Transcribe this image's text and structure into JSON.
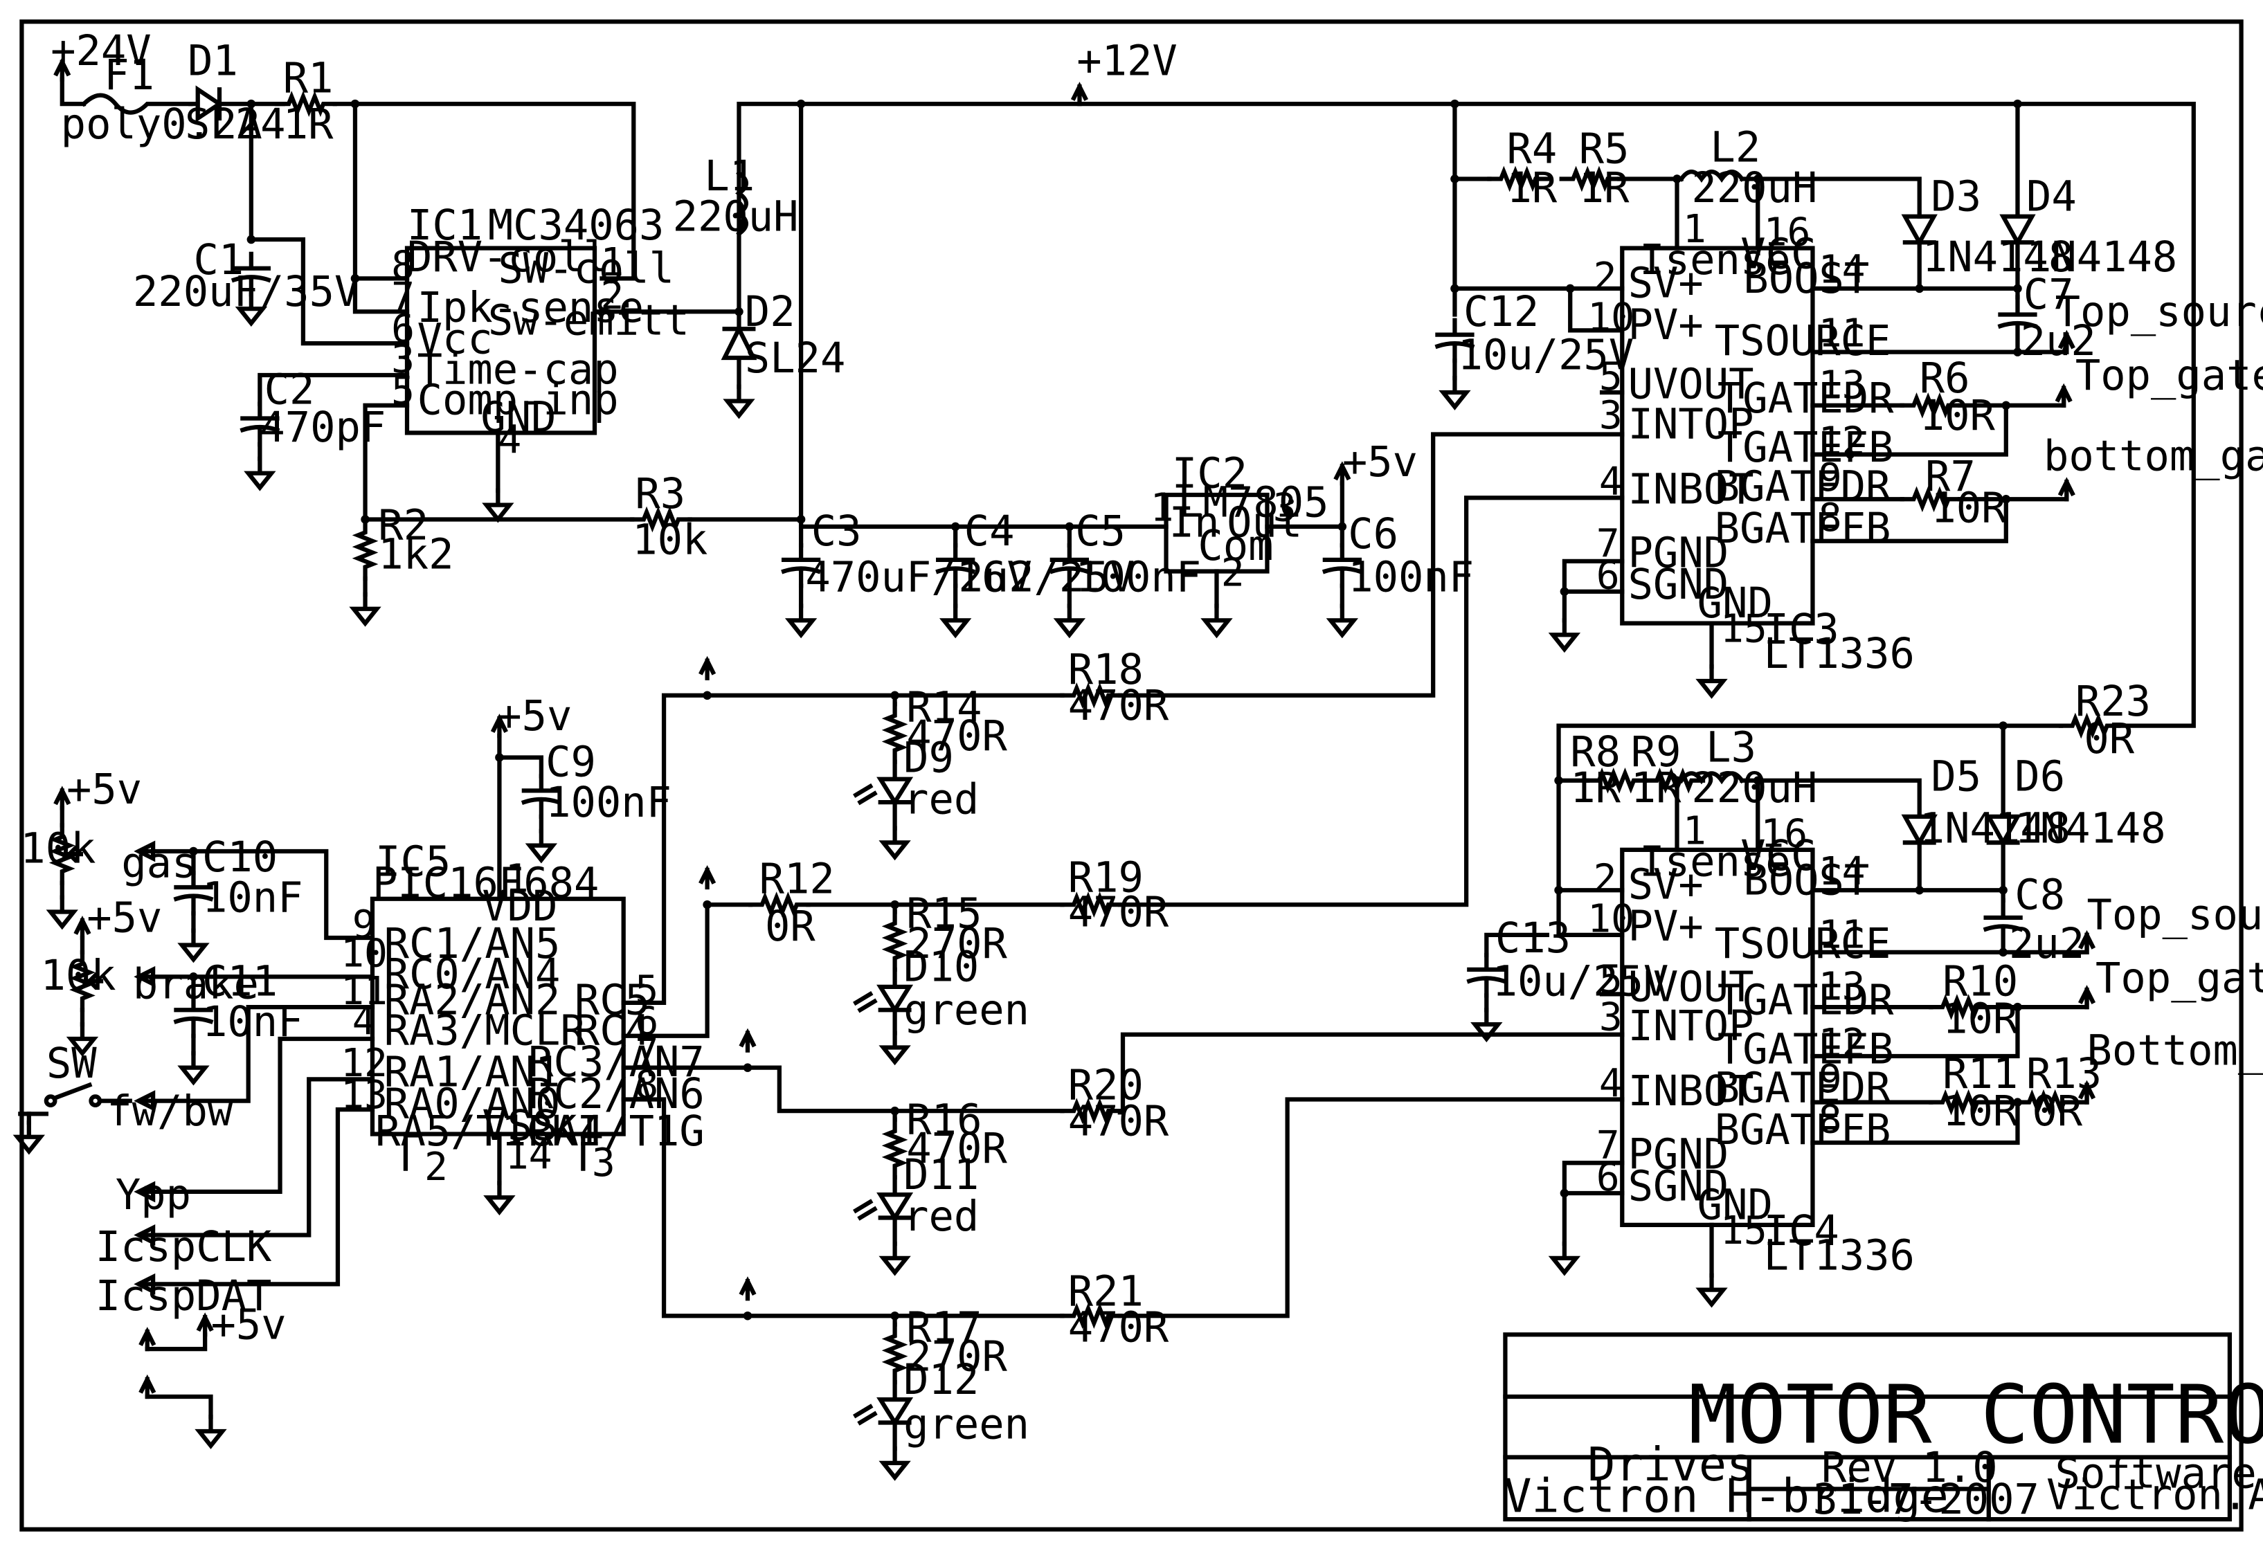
{
  "title_block": {
    "title": "MOTOR CONTROLLER",
    "group": "Drives",
    "project": "Victron H-bridge",
    "rev": "Rev 1.0",
    "date": "31-7-2007",
    "software_label": "Software:",
    "software_file": "Victron.ASM"
  },
  "rails": {
    "v24": "+24V",
    "v12": "+12V",
    "v5": "+5v"
  },
  "supply": {
    "f1": {
      "ref": "F1",
      "value": "poly0.2A"
    },
    "d1": {
      "ref": "D1",
      "value": "SL24"
    },
    "r1": {
      "ref": "R1",
      "value": "1R"
    },
    "c1": {
      "ref": "C1",
      "value": "220uF/35V"
    },
    "c2": {
      "ref": "C2",
      "value": "470pF"
    },
    "r2": {
      "ref": "R2",
      "value": "1k2"
    },
    "r3": {
      "ref": "R3",
      "value": "10k"
    },
    "l1": {
      "ref": "L1",
      "value": "220uH"
    },
    "d2": {
      "ref": "D2",
      "value": "SL24"
    },
    "c3": {
      "ref": "C3",
      "value": "470uF/16V"
    },
    "c4": {
      "ref": "C4",
      "value": "2u2/25V"
    },
    "c5": {
      "ref": "C5",
      "value": "100nF"
    },
    "c6": {
      "ref": "C6",
      "value": "100nF"
    },
    "ic1": {
      "ref": "IC1",
      "part": "MC34063",
      "pins": {
        "drv": "DRV-coll",
        "ipk": "Ipk-sense",
        "vcc": "Vcc",
        "tcap": "Time-cap",
        "comp": "Comp-inp",
        "gnd": "GND",
        "swc": "SW-coll",
        "swe": "Sw-emitt"
      },
      "nums": {
        "p8": "8",
        "p7": "7",
        "p6": "6",
        "p3": "3",
        "p5": "5",
        "p4": "4",
        "p1": "1",
        "p2": "2"
      }
    },
    "ic2": {
      "ref": "IC2",
      "part": "LM7805",
      "pins": {
        "in": "In",
        "out": "Out",
        "com": "Com"
      },
      "nums": {
        "p1": "1",
        "p3": "3",
        "p2": "2"
      }
    }
  },
  "drivers": [
    {
      "ic": "IC3",
      "part": "LT1336",
      "r_a": {
        "ref": "R4",
        "value": "1R"
      },
      "r_b": {
        "ref": "R5",
        "value": "1R"
      },
      "l": {
        "ref": "L2",
        "value": "220uH"
      },
      "d_a": {
        "ref": "D3",
        "value": "1N4148"
      },
      "d_b": {
        "ref": "D4",
        "value": "1N4148"
      },
      "c_boot": {
        "ref": "C7",
        "value": "2u2"
      },
      "c_in": {
        "ref": "C12",
        "value": "10u/25V"
      },
      "r_top": {
        "ref": "R6",
        "value": "10R"
      },
      "r_bot": {
        "ref": "R7",
        "value": "10R"
      },
      "net_src": "Top_source",
      "net_top": "Top_gate",
      "net_bot": "bottom_gate",
      "pins": {
        "isense": "Isense",
        "vcc": "VCC",
        "sv": "SV+",
        "pv": "PV+",
        "uvout": "UVOUT",
        "intop": "INTOP",
        "inbot": "INBOT",
        "pgnd": "PGND",
        "sgnd": "SGND",
        "gnd": "GND",
        "boost": "BOOST",
        "tsource": "TSOURCE",
        "tgatedr": "TGATEDR",
        "tgatefb": "TGATEFB",
        "bgatedr": "BGATEDR",
        "bgatefb": "BGATEFB"
      },
      "nums": {
        "p1": "1",
        "p16": "16",
        "p2": "2",
        "p10": "10",
        "p5": "5",
        "p3": "3",
        "p4": "4",
        "p7": "7",
        "p6": "6",
        "p15": "15",
        "p14": "14",
        "p11": "11",
        "p13": "13",
        "p12": "12",
        "p9": "9",
        "p8": "8"
      }
    },
    {
      "ic": "IC4",
      "part": "LT1336",
      "r_a": {
        "ref": "R8",
        "value": "1R"
      },
      "r_b": {
        "ref": "R9",
        "value": "1R"
      },
      "l": {
        "ref": "L3",
        "value": "220uH"
      },
      "d_a": {
        "ref": "D5",
        "value": "1N4148"
      },
      "d_b": {
        "ref": "D6",
        "value": "1N4148"
      },
      "c_boot": {
        "ref": "C8",
        "value": "2u2"
      },
      "c_in": {
        "ref": "C13",
        "value": "10u/25V"
      },
      "r_top": {
        "ref": "R10",
        "value": "10R"
      },
      "r_bot": {
        "ref": "R11",
        "value": "10R"
      },
      "r_extra": {
        "ref": "R13",
        "value": "0R"
      },
      "net_src": "Top_source",
      "net_top": "Top_gate",
      "net_bot": "Bottom_gate",
      "pins": {
        "isense": "Isense",
        "vcc": "VCC",
        "sv": "SV+",
        "pv": "PV+",
        "uvout": "UVOUT",
        "intop": "INTOP",
        "inbot": "INBOT",
        "pgnd": "PGND",
        "sgnd": "SGND",
        "gnd": "GND",
        "boost": "BOOST",
        "tsource": "TSOURCE",
        "tgatedr": "TGATEDR",
        "tgatefb": "TGATEFB",
        "bgatedr": "BGATEDR",
        "bgatefb": "BGATEFB"
      },
      "nums": {
        "p1": "1",
        "p16": "16",
        "p2": "2",
        "p10": "10",
        "p5": "5",
        "p3": "3",
        "p4": "4",
        "p7": "7",
        "p6": "6",
        "p15": "15",
        "p14": "14",
        "p11": "11",
        "p13": "13",
        "p12": "12",
        "p9": "9",
        "p8": "8"
      }
    }
  ],
  "r23": {
    "ref": "R23",
    "value": "0R"
  },
  "mcu": {
    "ref": "IC5",
    "part": "PIC16F684",
    "pins": {
      "vdd": "VDD",
      "rc1": "RC1/AN5",
      "rc0": "RC0/AN4",
      "ra2": "RA2/AN2",
      "ra3": "RA3/MCLR",
      "ra1": "RA1/AN1",
      "ra0": "RA0/AN0",
      "ra5": "RA5/T1CKI",
      "vss": "VSS",
      "ra4": "RA4/T1G",
      "rc5": "RC5",
      "rc4": "RC4",
      "rc3": "RC3/AN7",
      "rc2": "RC2/AN6"
    },
    "nums": {
      "p1": "1",
      "p9": "9",
      "p10": "10",
      "p11": "11",
      "p4": "4",
      "p12": "12",
      "p13": "13",
      "p2": "2",
      "p14": "14",
      "p3": "3",
      "p5": "5",
      "p6": "6",
      "p7": "7",
      "p8": "8"
    },
    "c9": {
      "ref": "C9",
      "value": "100nF"
    }
  },
  "inputs": {
    "pot_gas": {
      "value": "10k"
    },
    "pot_brake": {
      "value": "10k"
    },
    "c10": {
      "ref": "C10",
      "value": "10nF"
    },
    "c11": {
      "ref": "C11",
      "value": "10nF"
    },
    "gas": "gas",
    "brake": "brake",
    "sw": "SW",
    "fwbw": "fw/bw",
    "ypp": "Ypp",
    "icspclk": "IcspCLK",
    "icspdat": "IcspDAT"
  },
  "leds": {
    "r18": {
      "ref": "R18",
      "value": "470R"
    },
    "r14": {
      "ref": "R14",
      "value": "470R"
    },
    "d9": {
      "ref": "D9",
      "value": "red"
    },
    "r12": {
      "ref": "R12",
      "value": "0R"
    },
    "r19": {
      "ref": "R19",
      "value": "470R"
    },
    "r15": {
      "ref": "R15",
      "value": "270R"
    },
    "d10": {
      "ref": "D10",
      "value": "green"
    },
    "r20": {
      "ref": "R20",
      "value": "470R"
    },
    "r16": {
      "ref": "R16",
      "value": "470R"
    },
    "d11": {
      "ref": "D11",
      "value": "red"
    },
    "r21": {
      "ref": "R21",
      "value": "470R"
    },
    "r17": {
      "ref": "R17",
      "value": "270R"
    },
    "d12": {
      "ref": "D12",
      "value": "green"
    }
  }
}
